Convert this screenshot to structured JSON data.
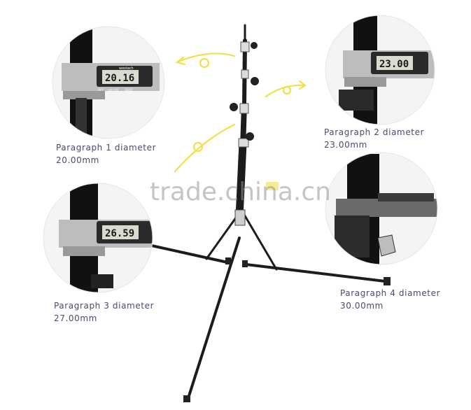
{
  "captions": [
    {
      "line1": "Paragraph 1 diameter",
      "line2": "20.00mm"
    },
    {
      "line1": "Paragraph 2 diameter",
      "line2": "23.00mm"
    },
    {
      "line1": "Paragraph 3 diameter",
      "line2": "27.00mm"
    },
    {
      "line1": "Paragraph 4 diameter",
      "line2": "30.00mm"
    }
  ],
  "readouts": [
    "20.16",
    "23.00",
    "26.59"
  ],
  "caliper_brand": "westach",
  "caliper_buttons": {
    "off": "OFF",
    "mm": "mm",
    "on": "ON",
    "zero": "ZERO"
  },
  "watermark": "trade.china.cn",
  "colors": {
    "caption": "#4a4a72",
    "arrow": "#f1e04a",
    "tripod": "#1a1a1a"
  }
}
